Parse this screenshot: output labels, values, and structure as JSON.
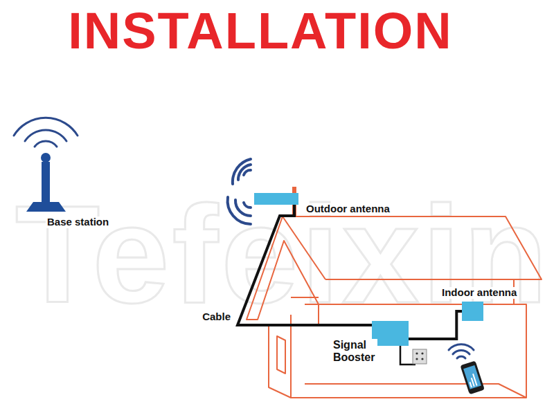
{
  "diagram": {
    "title": "INSTALLATION",
    "nodes": [
      {
        "text": [
          "Base station"
        ]
      },
      {
        "text": [
          "Outdoor antenna"
        ]
      },
      {
        "text": [
          "Indoor antenna"
        ]
      },
      {
        "text": [
          "Signal Booster"
        ]
      }
    ],
    "edges": [
      {
        "from": 1,
        "to": 3,
        "label": "Cable",
        "arrow": "none"
      },
      {
        "from": 3,
        "to": 2,
        "arrow": "none"
      }
    ],
    "labels": [
      "Tefeixin"
    ]
  }
}
